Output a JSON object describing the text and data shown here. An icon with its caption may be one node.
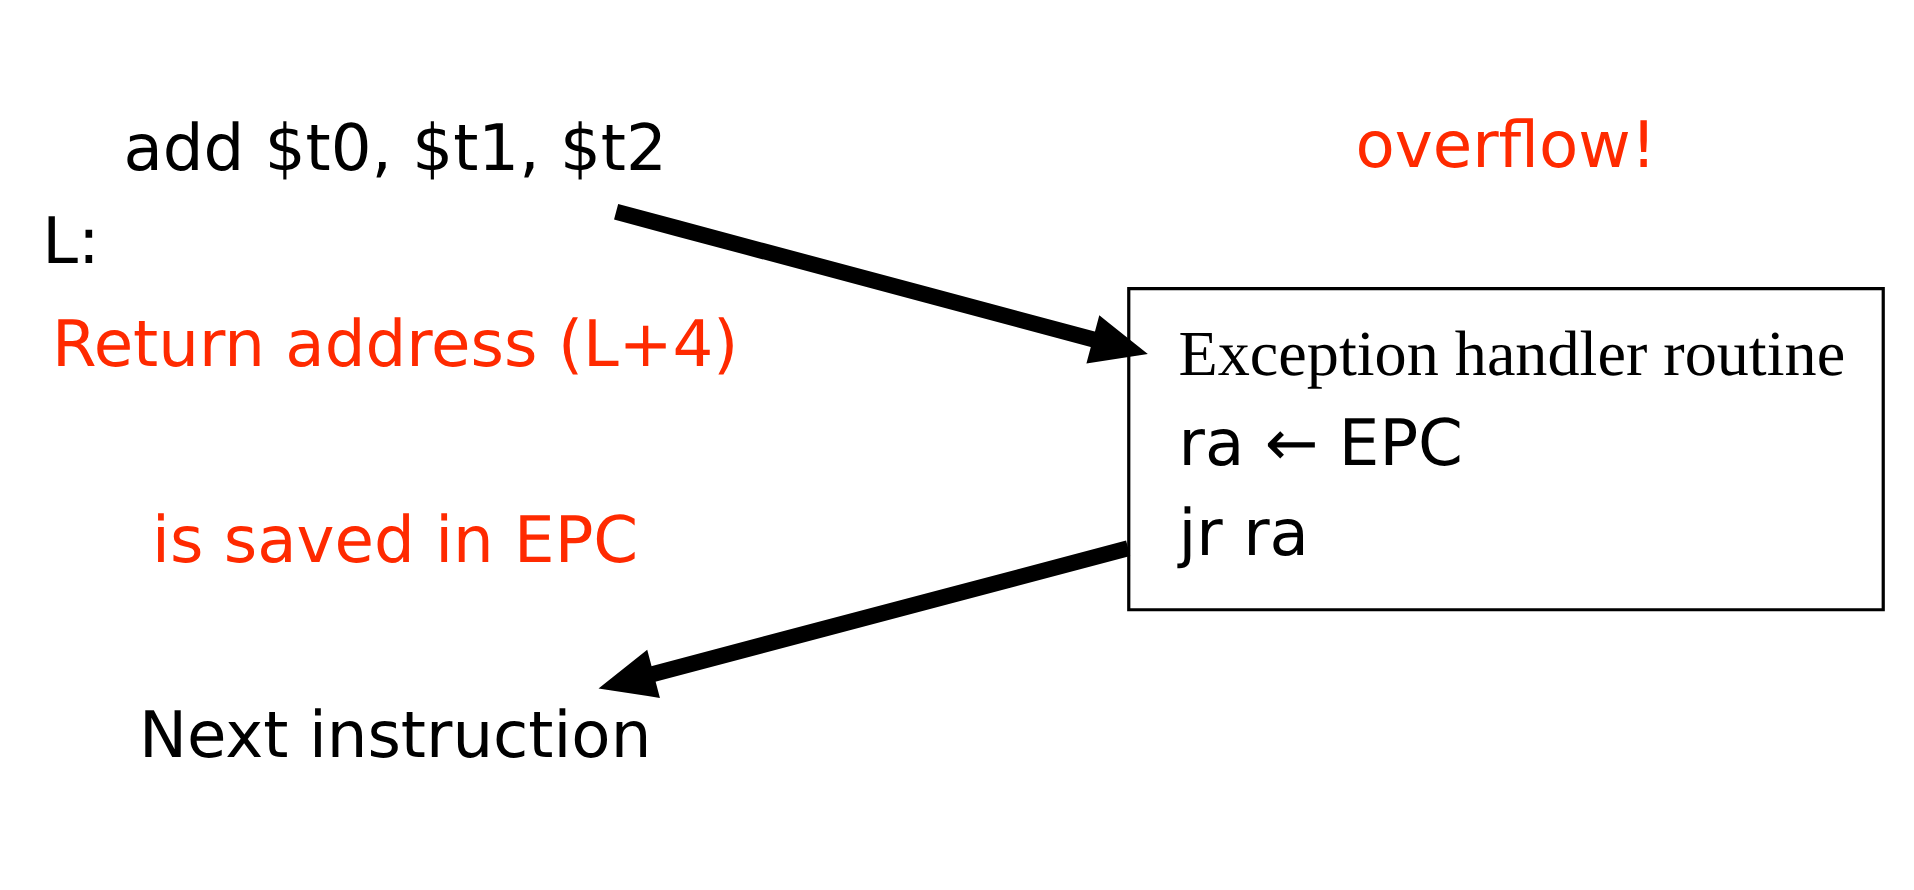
{
  "diagram": {
    "nodes": [
      {
        "text": [
          "add $t0, $t1, $t2"
        ],
        "beside": [
          "L:"
        ]
      },
      {
        "text": [
          "Exception handler routine",
          "ra ← EPC",
          "jr ra"
        ]
      },
      {
        "text": [
          "Next instruction"
        ]
      }
    ],
    "edges": [
      {
        "from": 0,
        "to": 1,
        "arrow": "to"
      },
      {
        "from": 1,
        "to": 2,
        "arrow": "to"
      }
    ],
    "labels": [
      "overflow!",
      "Return address (L+4)",
      "is saved in EPC"
    ]
  }
}
